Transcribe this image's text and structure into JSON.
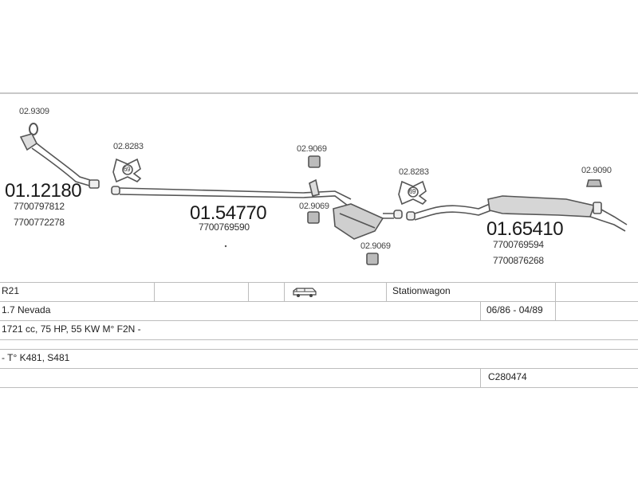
{
  "parts": {
    "clamp_front": "02.9309",
    "front_pipe": "01.12180",
    "front_pipe_oem1": "7700797812",
    "front_pipe_oem2": "7700772278",
    "bracket_left": "02.8283",
    "mid_pipe": "01.54770",
    "mid_pipe_oem": "7700769590",
    "hanger_top": "02.9069",
    "hanger_mid": "02.9069",
    "hanger_bottom": "02.9069",
    "bracket_right": "02.8283",
    "rear_silencer": "01.65410",
    "rear_silencer_oem1": "7700769594",
    "rear_silencer_oem2": "7700876268",
    "rubber_rear": "02.9090",
    "bracket_number": "69"
  },
  "vehicle": {
    "model": "R21",
    "body_type": "Stationwagon",
    "variant": "1.7 Nevada",
    "date_range": "06/86 - 04/89",
    "engine": "1721 cc, 75 HP, 55 KW M° F2N -",
    "notes": "- T° K481, S481",
    "catalogue_code": "C280474"
  },
  "colors": {
    "line": "#555555",
    "grid": "#bdbdbd",
    "silencer": "#cfcfcf"
  },
  "icons": {
    "vehicle": "station-wagon-icon"
  }
}
